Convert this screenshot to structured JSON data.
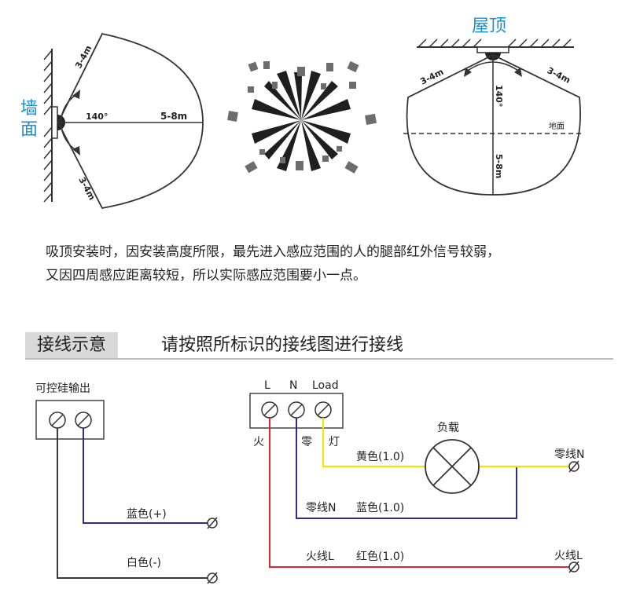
{
  "top_diagrams": {
    "wall_label": "墙面",
    "ceiling_label": "屋顶",
    "wall_angle": "140°",
    "wall_range_upper": "3-4m",
    "wall_range_lower": "3-4m",
    "wall_distance": "5-8m",
    "ceiling_range_left": "3-4m",
    "ceiling_range_right": "3-4m",
    "ceiling_angle": "140°",
    "ceiling_distance": "5-8m",
    "floor_label": "地面"
  },
  "note": {
    "line1": "吸顶安装时，因安装高度所限，最先进入感应范围的人的腿部红外信号较弱，",
    "line2": "又因四周感应距离较短，所以实际感应范围要小一点。"
  },
  "section": {
    "tab": "接线示意",
    "title": "请按照所标识的接线图进行接线"
  },
  "left_wiring": {
    "title": "可控硅输出",
    "blue_label": "蓝色(+)",
    "white_label": "白色(-)"
  },
  "right_wiring": {
    "terminal_l": "L",
    "terminal_n": "N",
    "terminal_load": "Load",
    "label_fire": "火",
    "label_zero": "零",
    "label_lamp": "灯",
    "load_label": "负载",
    "yellow_label": "黄色(1.0)",
    "neutral_out": "零线N",
    "neutral_in": "零线N",
    "blue_label": "蓝色(1.0)",
    "live_in": "火线L",
    "red_label": "红色(1.0)",
    "live_out": "火线L"
  },
  "colors": {
    "accent_blue": "#1a8fd0",
    "wire_red": "#e4262a",
    "wire_blue": "#2a2e8f",
    "wire_yellow": "#f2e30a",
    "wire_dark": "#3a3a3a"
  }
}
